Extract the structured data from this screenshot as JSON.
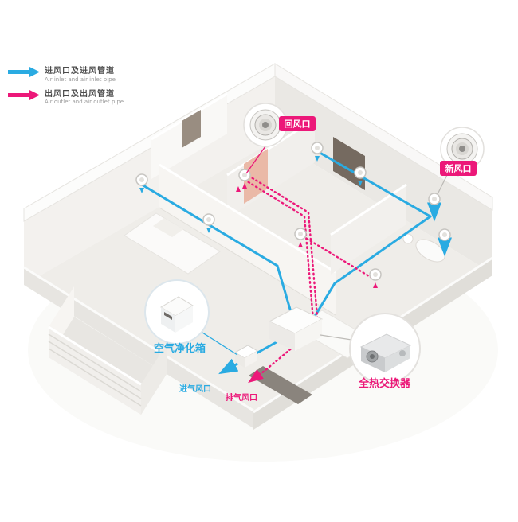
{
  "colors": {
    "inlet": "#2aabe2",
    "outlet": "#ec1879"
  },
  "legend": {
    "items": [
      {
        "zh": "进风口及进风管道",
        "en": "Air inlet and air inlet pipe"
      },
      {
        "zh": "出风口及出风管道",
        "en": "Air outlet and air outlet pipe"
      }
    ]
  },
  "callouts": {
    "return_air": "回风口",
    "fresh_air": "新风口",
    "air_purifier": "空气净化箱",
    "heat_exchanger": "全热交换器"
  },
  "port_labels": {
    "intake": "进气风口",
    "exhaust": "排气风口"
  }
}
